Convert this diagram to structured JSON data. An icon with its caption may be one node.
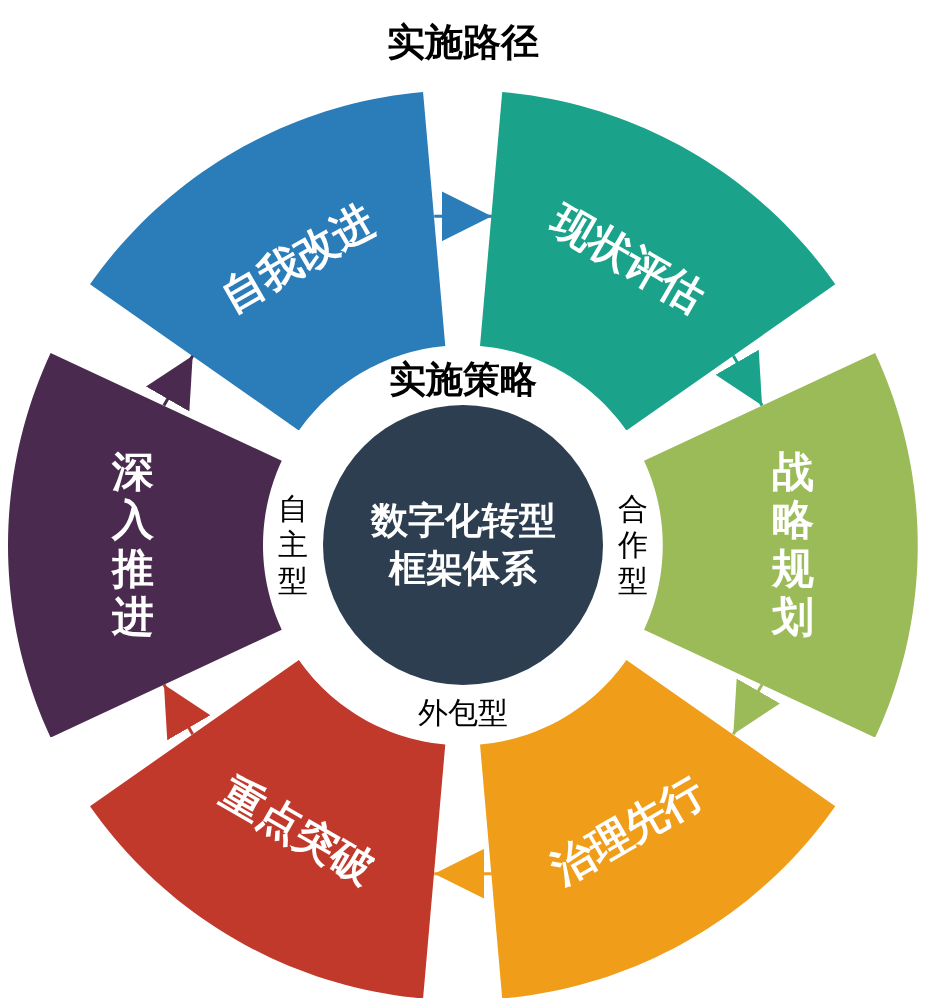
{
  "diagram": {
    "title": "实施路径",
    "nodes": [
      {
        "text": [
          "自我改进"
        ]
      },
      {
        "text": [
          "现状评估"
        ]
      },
      {
        "text": [
          "战略规划"
        ]
      },
      {
        "text": [
          "治理先行"
        ]
      },
      {
        "text": [
          "重点突破"
        ]
      },
      {
        "text": [
          "深入推进"
        ]
      },
      {
        "text": [
          "数字化转型框架体系"
        ]
      }
    ],
    "edges": [
      {
        "from": 0,
        "to": 1,
        "arrow": "to",
        "color": "#2a7db8"
      },
      {
        "from": 1,
        "to": 2,
        "arrow": "to",
        "color": "#1aa38a"
      },
      {
        "from": 2,
        "to": 3,
        "arrow": "to",
        "color": "#9bbb59"
      },
      {
        "from": 3,
        "to": 4,
        "arrow": "to",
        "color": "#f09e1a"
      },
      {
        "from": 4,
        "to": 5,
        "arrow": "to",
        "color": "#c0392b"
      },
      {
        "from": 5,
        "to": 0,
        "arrow": "to",
        "color": "#4a2a4f"
      }
    ],
    "labels": [
      "实施策略",
      "自主型",
      "合作型",
      "外包型"
    ]
  }
}
